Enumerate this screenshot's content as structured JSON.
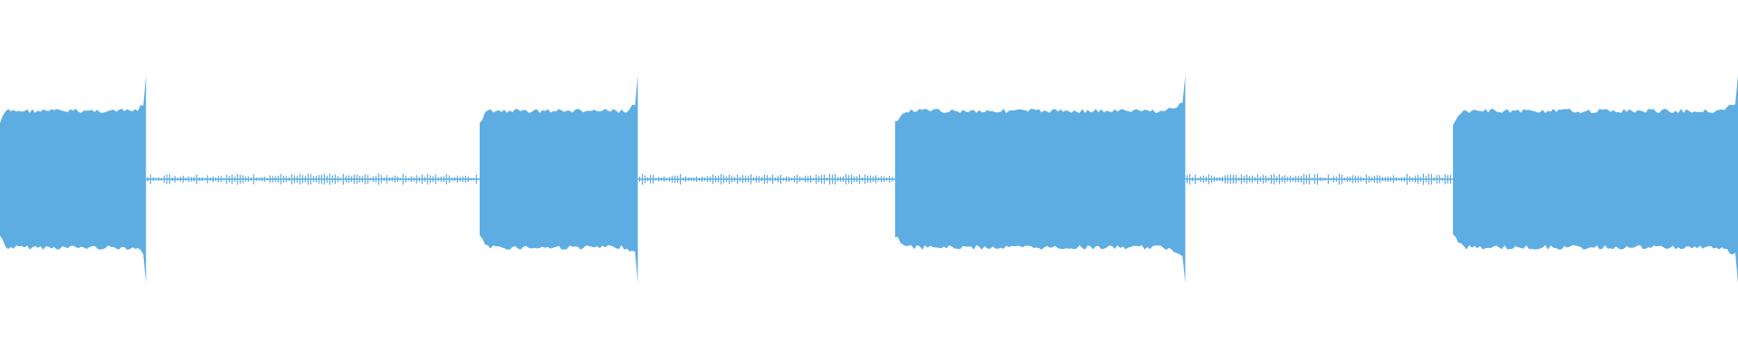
{
  "waveform": {
    "color": "#5dade2",
    "background": "#ffffff",
    "segments": [
      {
        "kind": "tone",
        "start_fraction": 0.0,
        "end_fraction": 0.084,
        "level": 0.82
      },
      {
        "kind": "noise",
        "start_fraction": 0.084,
        "end_fraction": 0.276,
        "level": 0.03
      },
      {
        "kind": "tone",
        "start_fraction": 0.276,
        "end_fraction": 0.367,
        "level": 0.82
      },
      {
        "kind": "noise",
        "start_fraction": 0.367,
        "end_fraction": 0.515,
        "level": 0.03
      },
      {
        "kind": "tone",
        "start_fraction": 0.515,
        "end_fraction": 0.682,
        "level": 0.82
      },
      {
        "kind": "noise",
        "start_fraction": 0.682,
        "end_fraction": 0.836,
        "level": 0.03
      },
      {
        "kind": "tone",
        "start_fraction": 0.836,
        "end_fraction": 1.0,
        "level": 0.82
      }
    ]
  }
}
